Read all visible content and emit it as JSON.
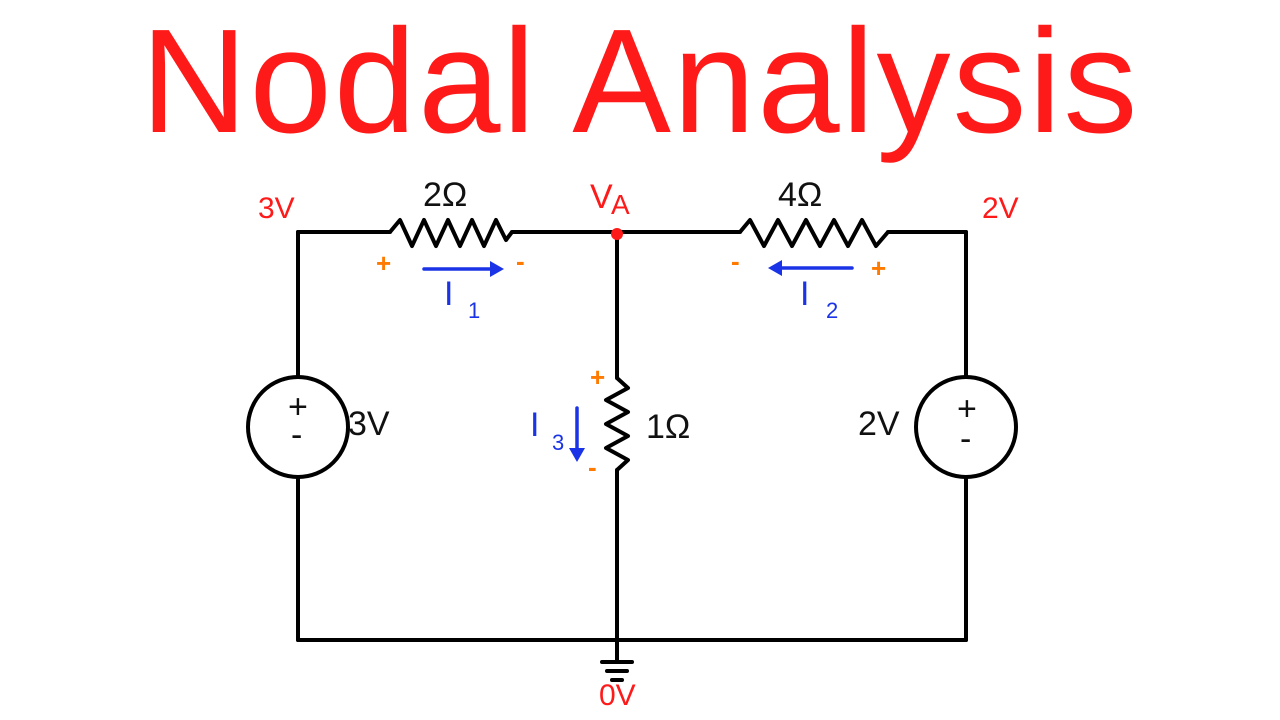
{
  "title": "Nodal Analysis",
  "nodes": {
    "left_voltage": "3V",
    "node_a_label": "V",
    "node_a_sub": "A",
    "right_voltage": "2V",
    "ground_voltage": "0V"
  },
  "resistors": {
    "r1": "2Ω",
    "r2": "4Ω",
    "r3": "1Ω"
  },
  "sources": {
    "left": {
      "value": "3V",
      "plus": "+",
      "minus": "-"
    },
    "right": {
      "value": "2V",
      "plus": "+",
      "minus": "-"
    }
  },
  "currents": {
    "i1": {
      "main": "I",
      "sub": "1"
    },
    "i2": {
      "main": "I",
      "sub": "2"
    },
    "i3": {
      "main": "I",
      "sub": "3"
    }
  },
  "polarity": {
    "plus": "+",
    "minus": "-"
  },
  "colors": {
    "title": "#ff1a1a",
    "node_voltage": "#ff1a1a",
    "current": "#1a33e6",
    "polarity": "#ff7a00",
    "wire": "#000000"
  }
}
